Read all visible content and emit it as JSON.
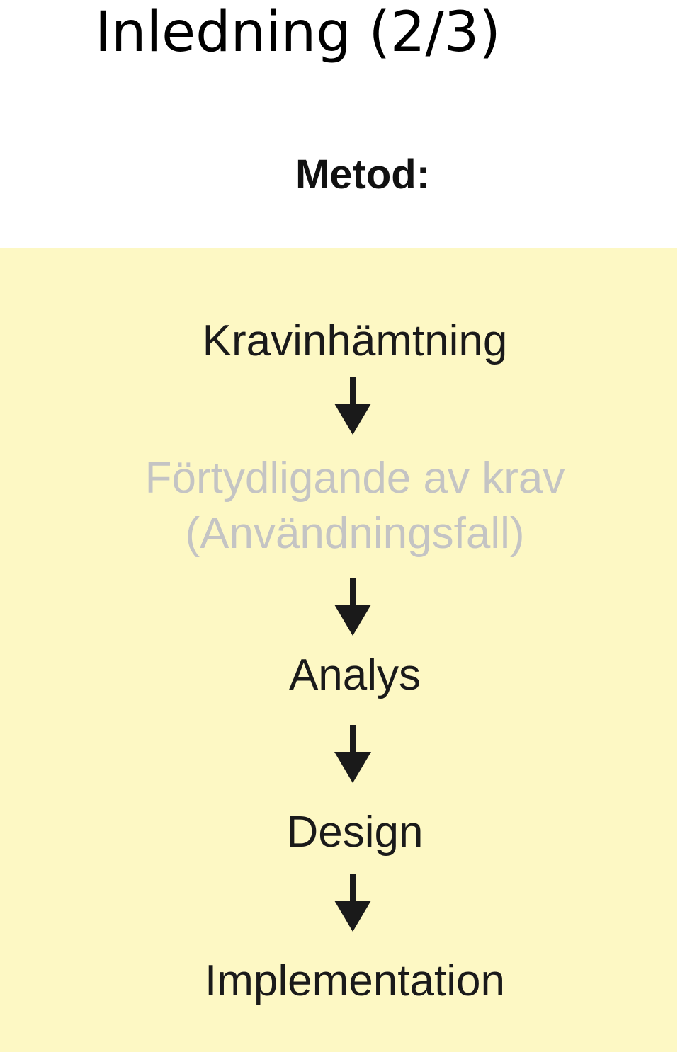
{
  "slide": {
    "title": "Inledning (2/3)"
  },
  "diagram": {
    "heading": "Metod:",
    "steps": [
      {
        "label": "Kravinhämtning"
      },
      {
        "label": "Förtydligande av krav"
      },
      {
        "label": "(Användningsfall)"
      },
      {
        "label": "Analys"
      },
      {
        "label": "Design"
      },
      {
        "label": "Implementation"
      }
    ],
    "colors": {
      "panel_background": "#fdf8c4",
      "text": "#1a1a1a",
      "faded_text": "#c4c4c4",
      "arrow": "#1a1a1a"
    }
  }
}
